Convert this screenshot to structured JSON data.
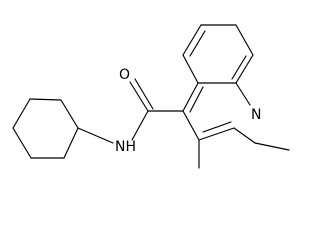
{
  "labels": {
    "oxygen": "O",
    "amide_nh": "NH",
    "ring_nitrogen": "N"
  }
}
